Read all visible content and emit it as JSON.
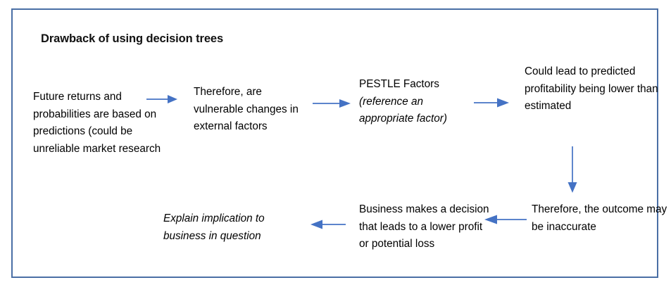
{
  "panel": {
    "title": "Drawback of using decision trees",
    "border_color": "#4A6FA5",
    "background_color": "#FFFFFF"
  },
  "theme": {
    "arrow_color": "#4472C4",
    "text_color": "#000000",
    "title_color": "#111111"
  },
  "flow": {
    "nodes": [
      {
        "id": "node-1",
        "name": "future-returns-node",
        "text": "Future returns and probabilities are based on predictions (could be unreliable market research",
        "style": "regular"
      },
      {
        "id": "node-2",
        "name": "vulnerable-changes-node",
        "text": "Therefore, are vulnerable changes in external factors",
        "style": "regular"
      },
      {
        "id": "node-3",
        "name": "pestle-factors-node",
        "text_regular": "PESTLE Factors",
        "text_italic": "(reference an appropriate factor)",
        "style": "mixed"
      },
      {
        "id": "node-4",
        "name": "predicted-profitability-node",
        "text": "Could lead to predicted profitability being lower than estimated",
        "style": "regular"
      },
      {
        "id": "node-5",
        "name": "outcome-inaccurate-node",
        "text": "Therefore, the outcome may be inaccurate",
        "style": "regular"
      },
      {
        "id": "node-6",
        "name": "business-decision-node",
        "text": "Business makes a decision that leads to a lower profit or potential loss",
        "style": "regular"
      },
      {
        "id": "node-7",
        "name": "explain-implication-node",
        "text": "Explain implication to business in question",
        "style": "italic"
      }
    ],
    "arrows": [
      {
        "id": "arrow-1",
        "name": "arrow-right-1",
        "direction": "right",
        "from": "node-1",
        "to": "node-2"
      },
      {
        "id": "arrow-2",
        "name": "arrow-right-2",
        "direction": "right",
        "from": "node-2",
        "to": "node-3"
      },
      {
        "id": "arrow-3",
        "name": "arrow-right-3",
        "direction": "right",
        "from": "node-3",
        "to": "node-4"
      },
      {
        "id": "arrow-4",
        "name": "arrow-down-1",
        "direction": "down",
        "from": "node-4",
        "to": "node-5"
      },
      {
        "id": "arrow-5",
        "name": "arrow-left-1",
        "direction": "left",
        "from": "node-5",
        "to": "node-6"
      },
      {
        "id": "arrow-6",
        "name": "arrow-left-2",
        "direction": "left",
        "from": "node-6",
        "to": "node-7"
      }
    ]
  }
}
